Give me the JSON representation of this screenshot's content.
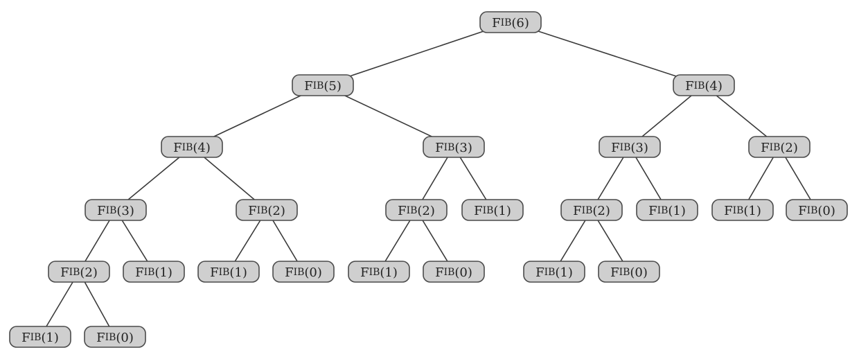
{
  "tree": {
    "label_prefix": "Fib",
    "nodes": [
      {
        "id": "n0",
        "label": "Fib(6)"
      },
      {
        "id": "n1",
        "label": "Fib(5)"
      },
      {
        "id": "n2",
        "label": "Fib(4)"
      },
      {
        "id": "n3",
        "label": "Fib(4)"
      },
      {
        "id": "n4",
        "label": "Fib(3)"
      },
      {
        "id": "n5",
        "label": "Fib(3)"
      },
      {
        "id": "n6",
        "label": "Fib(2)"
      },
      {
        "id": "n7",
        "label": "Fib(3)"
      },
      {
        "id": "n8",
        "label": "Fib(2)"
      },
      {
        "id": "n9",
        "label": "Fib(2)"
      },
      {
        "id": "n10",
        "label": "Fib(1)"
      },
      {
        "id": "n11",
        "label": "Fib(2)"
      },
      {
        "id": "n12",
        "label": "Fib(1)"
      },
      {
        "id": "n13",
        "label": "Fib(1)"
      },
      {
        "id": "n14",
        "label": "Fib(0)"
      },
      {
        "id": "n15",
        "label": "Fib(2)"
      },
      {
        "id": "n16",
        "label": "Fib(1)"
      },
      {
        "id": "n17",
        "label": "Fib(1)"
      },
      {
        "id": "n18",
        "label": "Fib(0)"
      },
      {
        "id": "n19",
        "label": "Fib(1)"
      },
      {
        "id": "n20",
        "label": "Fib(0)"
      },
      {
        "id": "n21",
        "label": "Fib(1)"
      },
      {
        "id": "n22",
        "label": "Fib(0)"
      },
      {
        "id": "n23",
        "label": "Fib(1)"
      },
      {
        "id": "n24",
        "label": "Fib(0)"
      }
    ],
    "edges": [
      [
        "n0",
        "n1"
      ],
      [
        "n0",
        "n2"
      ],
      [
        "n1",
        "n3"
      ],
      [
        "n1",
        "n4"
      ],
      [
        "n2",
        "n5"
      ],
      [
        "n2",
        "n6"
      ],
      [
        "n3",
        "n7"
      ],
      [
        "n3",
        "n8"
      ],
      [
        "n4",
        "n9"
      ],
      [
        "n4",
        "n10"
      ],
      [
        "n5",
        "n11"
      ],
      [
        "n5",
        "n12"
      ],
      [
        "n6",
        "n13"
      ],
      [
        "n6",
        "n14"
      ],
      [
        "n7",
        "n15"
      ],
      [
        "n7",
        "n16"
      ],
      [
        "n8",
        "n17"
      ],
      [
        "n8",
        "n18"
      ],
      [
        "n9",
        "n19"
      ],
      [
        "n9",
        "n20"
      ],
      [
        "n11",
        "n21"
      ],
      [
        "n11",
        "n22"
      ],
      [
        "n15",
        "n23"
      ],
      [
        "n15",
        "n24"
      ]
    ]
  }
}
